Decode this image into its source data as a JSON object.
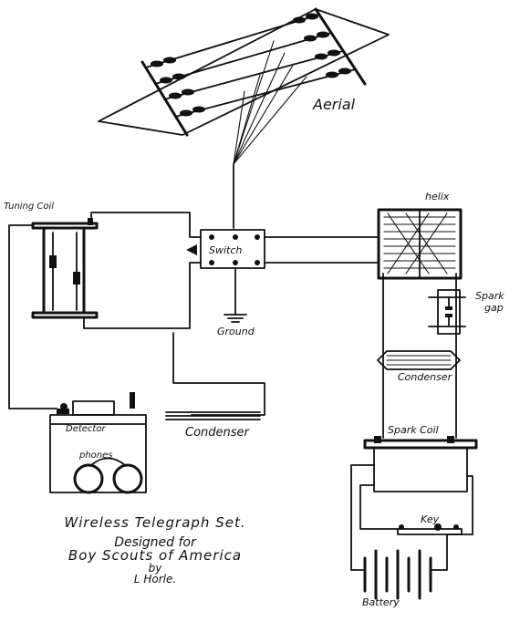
{
  "labels": {
    "aerial": "Aerial",
    "tuning_coil": "Tuning Coil",
    "switch": "Switch",
    "ground": "Ground",
    "detector": "Detector",
    "condenser_receiver": "Condenser",
    "phones": "phones",
    "helix": "helix",
    "spark_gap_1": "Spark",
    "spark_gap_2": "gap",
    "condenser_transmitter": "Condenser",
    "spark_coil": "Spark Coil",
    "key": "Key",
    "battery": "Battery"
  },
  "caption": {
    "line1": "Wireless Telegraph Set.",
    "line2": "Designed for",
    "line3": "Boy Scouts of America",
    "line4": "by",
    "line5": "L Horle."
  },
  "colors": {
    "ink": "#111111",
    "paper": "#ffffff"
  }
}
